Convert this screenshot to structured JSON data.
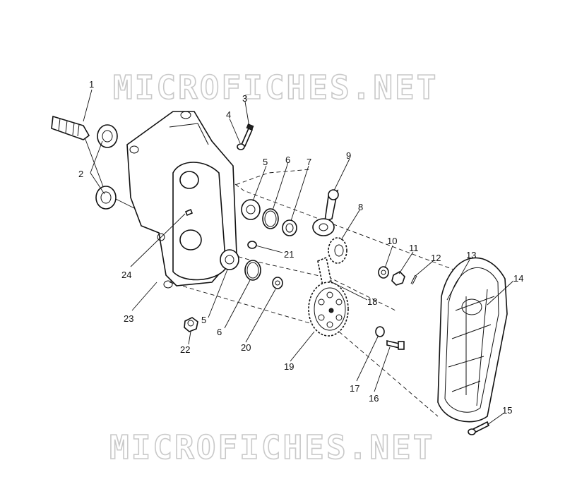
{
  "watermark": {
    "top": "MICROFICHES.NET",
    "bottom": "MICROFICHES.NET"
  },
  "callouts": [
    "1",
    "2",
    "3",
    "4",
    "5",
    "5",
    "6",
    "6",
    "7",
    "8",
    "9",
    "10",
    "11",
    "12",
    "13",
    "14",
    "15",
    "16",
    "17",
    "18",
    "19",
    "20",
    "21",
    "22",
    "23",
    "24"
  ]
}
